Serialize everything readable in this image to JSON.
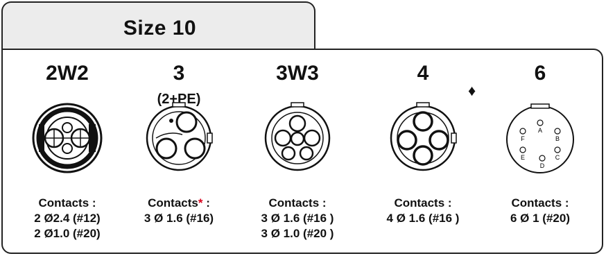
{
  "tab": {
    "title": "Size 10"
  },
  "diamond_symbol": "♦",
  "columns": [
    {
      "name": "2W2",
      "subtitle": "",
      "contacts_label": "Contacts",
      "asterisk": "",
      "colon": " :",
      "lines": [
        "2 Ø2.4 (#12)",
        "2 Ø1.0 (#20)"
      ]
    },
    {
      "name": "3",
      "subtitle": "(2+PE)",
      "contacts_label": "Contacts",
      "asterisk": "*",
      "colon": " :",
      "lines": [
        "3 Ø 1.6 (#16)",
        ""
      ]
    },
    {
      "name": "3W3",
      "subtitle": "",
      "contacts_label": "Contacts",
      "asterisk": "",
      "colon": " :",
      "lines": [
        "3 Ø 1.6 (#16 )",
        "3 Ø 1.0 (#20 )"
      ]
    },
    {
      "name": "4",
      "subtitle": "",
      "contacts_label": "Contacts",
      "asterisk": "",
      "colon": " :",
      "lines": [
        "4 Ø 1.6 (#16 )",
        ""
      ]
    },
    {
      "name": "6",
      "subtitle": "",
      "contacts_label": "Contacts",
      "asterisk": "",
      "colon": " :",
      "lines": [
        "6 Ø 1 (#20)",
        ""
      ]
    }
  ],
  "pin_letters": [
    "A",
    "B",
    "C",
    "D",
    "E",
    "F"
  ],
  "colors": {
    "border": "#222222",
    "tab_bg": "#ececec",
    "asterisk": "#d9001b"
  }
}
